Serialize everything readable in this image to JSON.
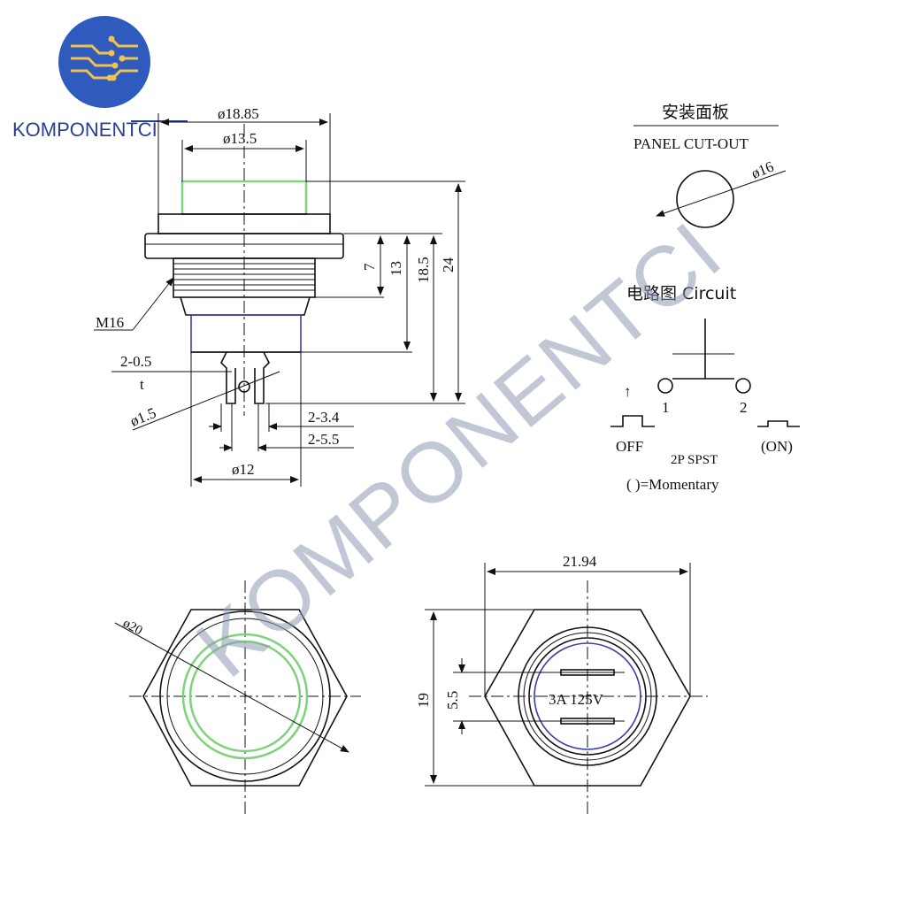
{
  "brand": {
    "name": "KOMPONENTCI",
    "watermark": "KOMPONENTCI",
    "accent": "#2a3f8f",
    "logo_bg": "#2f5bbf"
  },
  "side_view": {
    "d_outer": "ø18.85",
    "d_inner": "ø13.5",
    "thread": "M16",
    "h_7": "7",
    "h_13": "13",
    "h_18_5": "18.5",
    "h_24": "24",
    "terminal_thickness_a": "2-0.5",
    "terminal_thickness_b": "t",
    "hole": "ø1.5",
    "term_w1": "2-3.4",
    "term_w2": "2-5.5",
    "d_body": "ø12"
  },
  "panel": {
    "title_cn": "安装面板",
    "title_en": "PANEL CUT-OUT",
    "diameter": "ø16"
  },
  "circuit": {
    "title": "电路图 Circuit",
    "pin1": "1",
    "pin2": "2",
    "off_label": "OFF",
    "on_label": "(ON)",
    "type": "2P SPST",
    "legend": "(   )=Momentary",
    "arrow": "↑"
  },
  "front_view": {
    "diameter": "ø20"
  },
  "back_view": {
    "width": "21.94",
    "height": "19",
    "pitch": "5.5",
    "rating": "3A 125V"
  },
  "colors": {
    "led_ring": "#7ed37a",
    "body_lines": "#3a3fa8"
  }
}
